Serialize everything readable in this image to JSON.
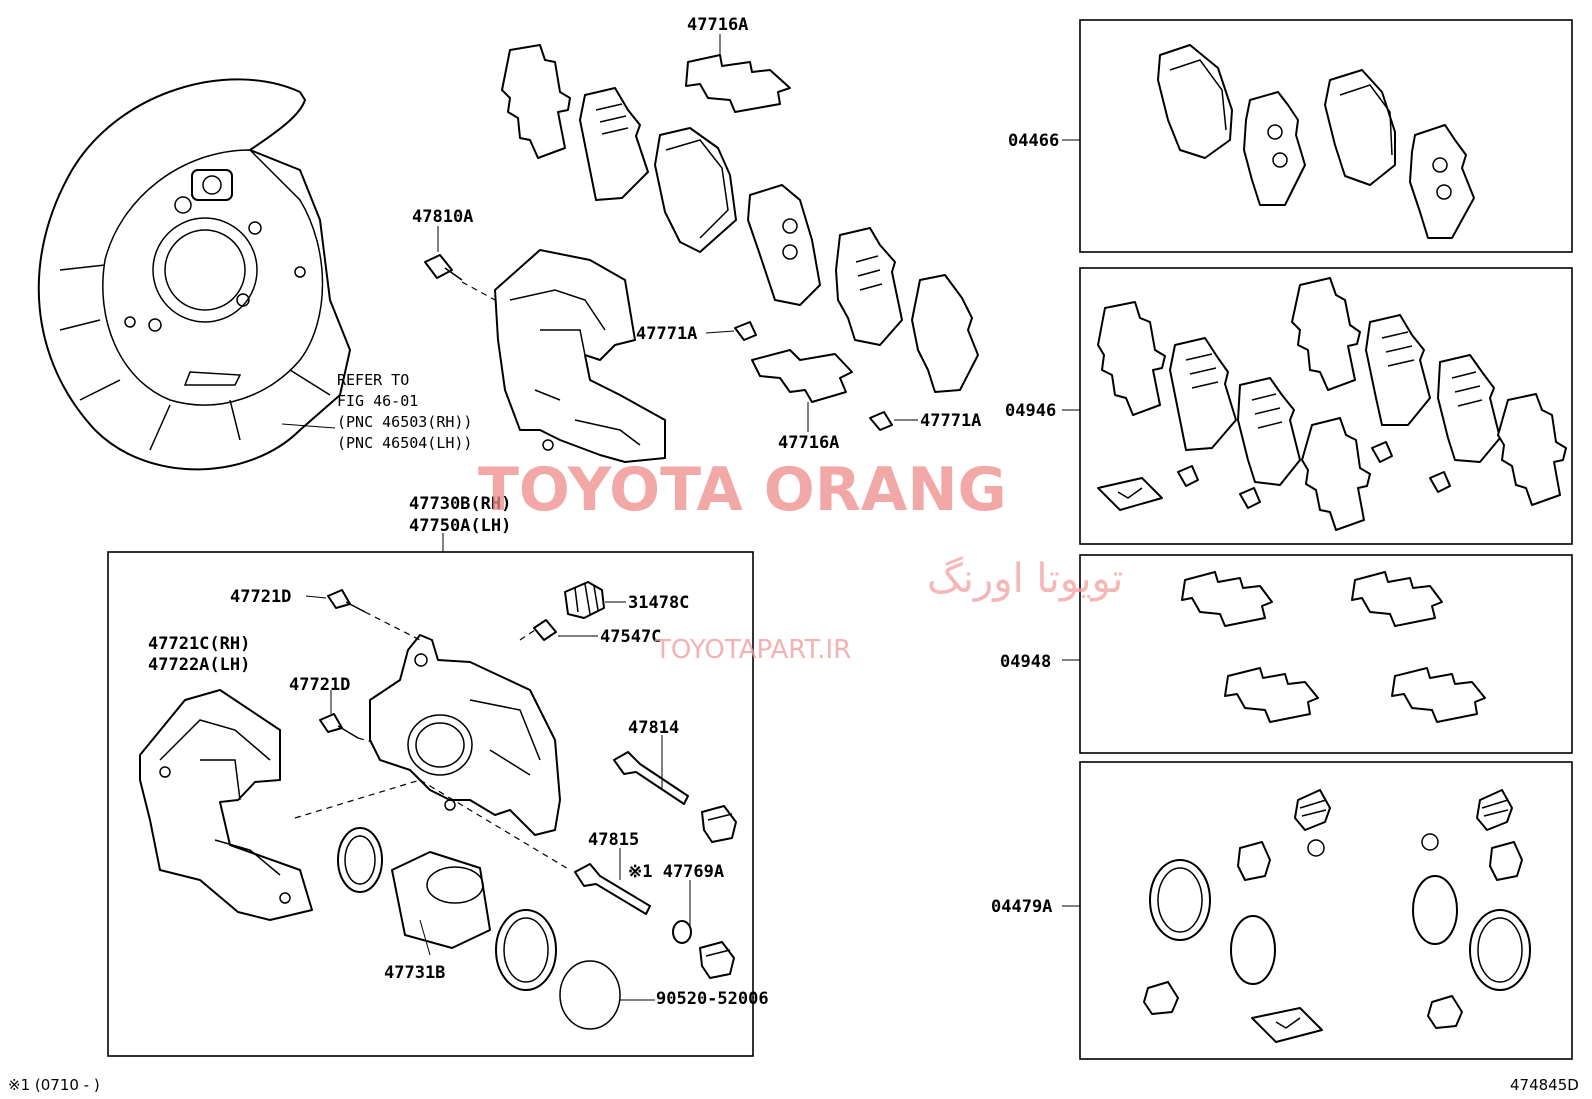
{
  "labels": {
    "l47716a_top": "47716A",
    "l47810a": "47810A",
    "l47771a_mid": "47771A",
    "l47771a_right": "47771A",
    "l47716a_bottom": "47716A",
    "l04466": "04466",
    "l04946": "04946",
    "l04948": "04948",
    "l04479a": "04479A",
    "l47730b": "47730B(RH)",
    "l47750a": "47750A(LH)",
    "l47721d_top": "47721D",
    "l31478c": "31478C",
    "l47547c": "47547C",
    "l47721c": "47721C(RH)",
    "l47722a": "47722A(LH)",
    "l47721d_mid": "47721D",
    "l47814": "47814",
    "l47815": "47815",
    "l47769a": "※1 47769A",
    "l47731b": "47731B",
    "l90520": "90520-52006"
  },
  "refer": {
    "line1": "REFER TO",
    "line2": "FIG 46-01",
    "line3": "(PNC 46503(RH))",
    "line4": "(PNC 46504(LH))"
  },
  "footer": {
    "note": "※1 (0710 -        )",
    "code": "474845D"
  },
  "watermark": {
    "title": "TOYOTA ORANG",
    "persian": "تویوتا اورنگ",
    "url": "TOYOTAPART.IR"
  }
}
